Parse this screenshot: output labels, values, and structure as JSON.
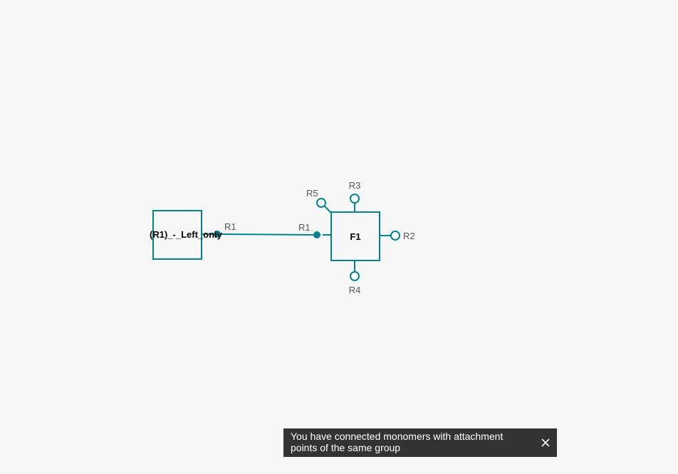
{
  "canvas": {
    "accent_color": "#00838f",
    "monomers": [
      {
        "id": "left",
        "label": "(R1)_-_Left_only",
        "attachment_points": [
          "R1"
        ]
      },
      {
        "id": "f1",
        "label": "F1",
        "attachment_points": [
          "R1",
          "R2",
          "R3",
          "R4",
          "R5"
        ]
      }
    ]
  },
  "toast": {
    "message": "You have connected monomers with attachment points of the same group",
    "close_icon": "close-icon"
  }
}
